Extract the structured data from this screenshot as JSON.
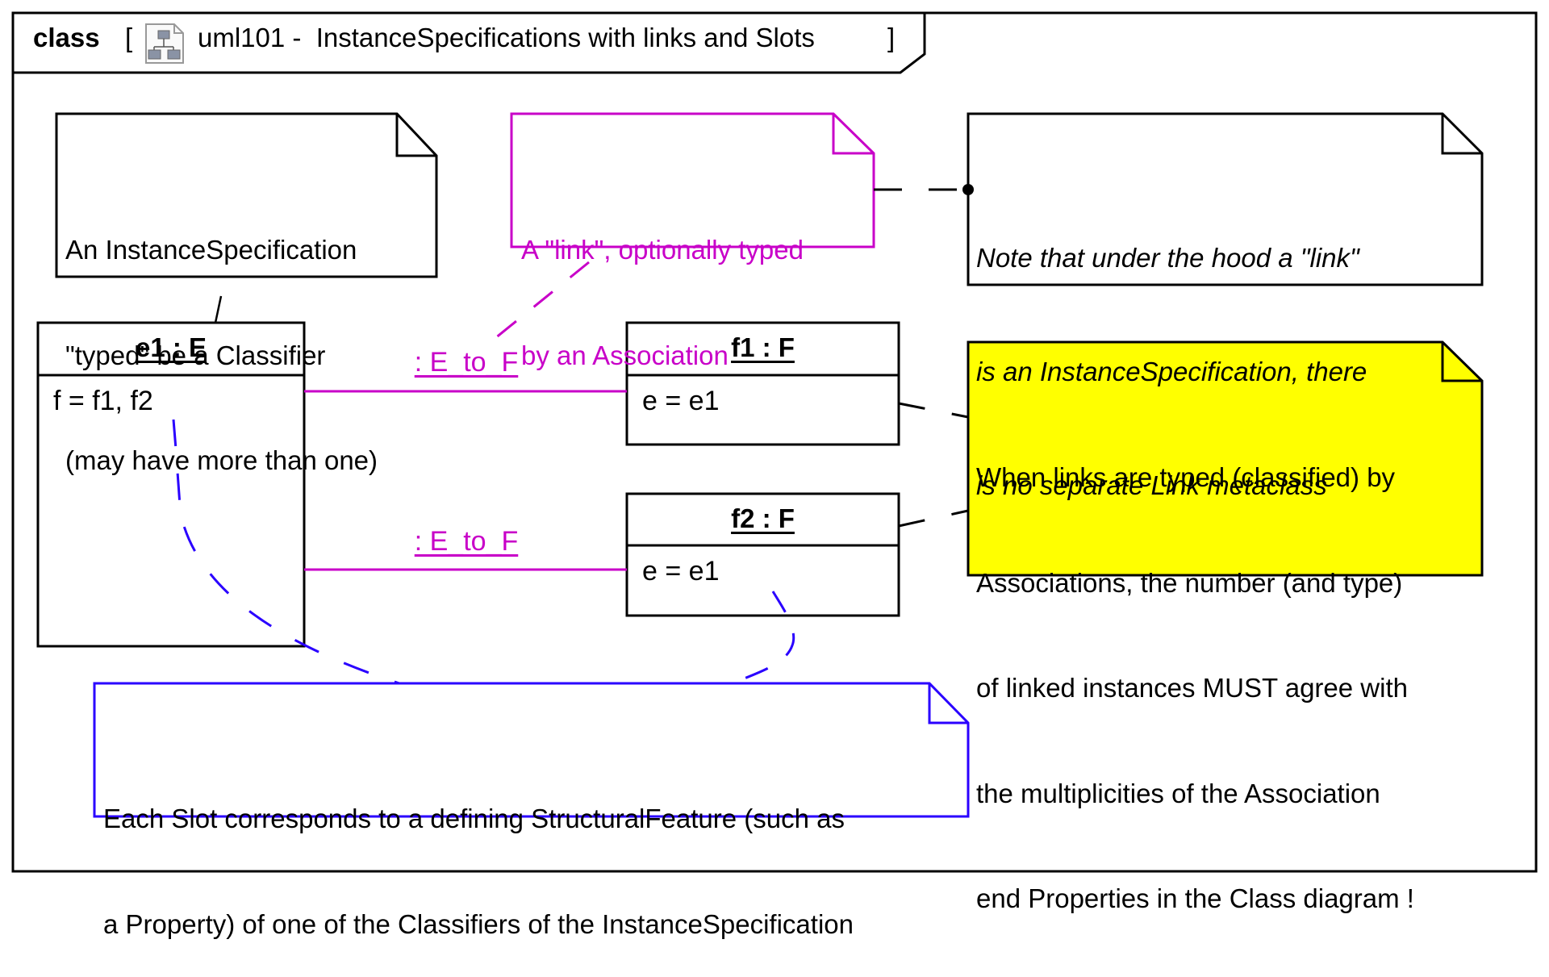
{
  "frame": {
    "kind": "class",
    "open_bracket": "[",
    "title": "uml101 -  InstanceSpecifications with links and Slots",
    "close_bracket": "]",
    "icon": "class-diagram-icon"
  },
  "notes": {
    "instance_spec": {
      "lines": [
        "An InstanceSpecification",
        "\"typed\" be a Classifier",
        "(may have more than one)"
      ]
    },
    "link": {
      "lines": [
        "A \"link\", optionally typed",
        "by an Association"
      ],
      "color": "#c800c8"
    },
    "under_hood": {
      "lines": [
        "Note that under the hood a \"link\"",
        "is an InstanceSpecification, there",
        "is no separate Link metaclass"
      ]
    },
    "multiplicity": {
      "lines": [
        "When links are typed (classified) by",
        "Associations, the number (and type)",
        "of linked instances MUST agree with",
        "the multiplicities of the Association",
        "end Properties in the Class diagram !"
      ],
      "fill": "#ffff00"
    },
    "slot": {
      "lines": [
        "Each Slot corresponds to a defining StructuralFeature (such as",
        "a Property) of one of the Classifiers of the InstanceSpecification"
      ],
      "color": "#2a00ff"
    }
  },
  "instances": {
    "e1": {
      "name": "e1 : E",
      "slot": "f = f1, f2"
    },
    "f1": {
      "name": "f1 : F",
      "slot": "e = e1"
    },
    "f2": {
      "name": "f2 : F",
      "slot": "e = e1"
    }
  },
  "links": [
    {
      "label": ": E_to_F",
      "from": "e1",
      "to": "f1"
    },
    {
      "label": ": E_to_F",
      "from": "e1",
      "to": "f2"
    }
  ],
  "colors": {
    "link": "#c800c8",
    "slot_note": "#2a00ff",
    "highlight_note": "#ffff00",
    "line": "#000000"
  }
}
